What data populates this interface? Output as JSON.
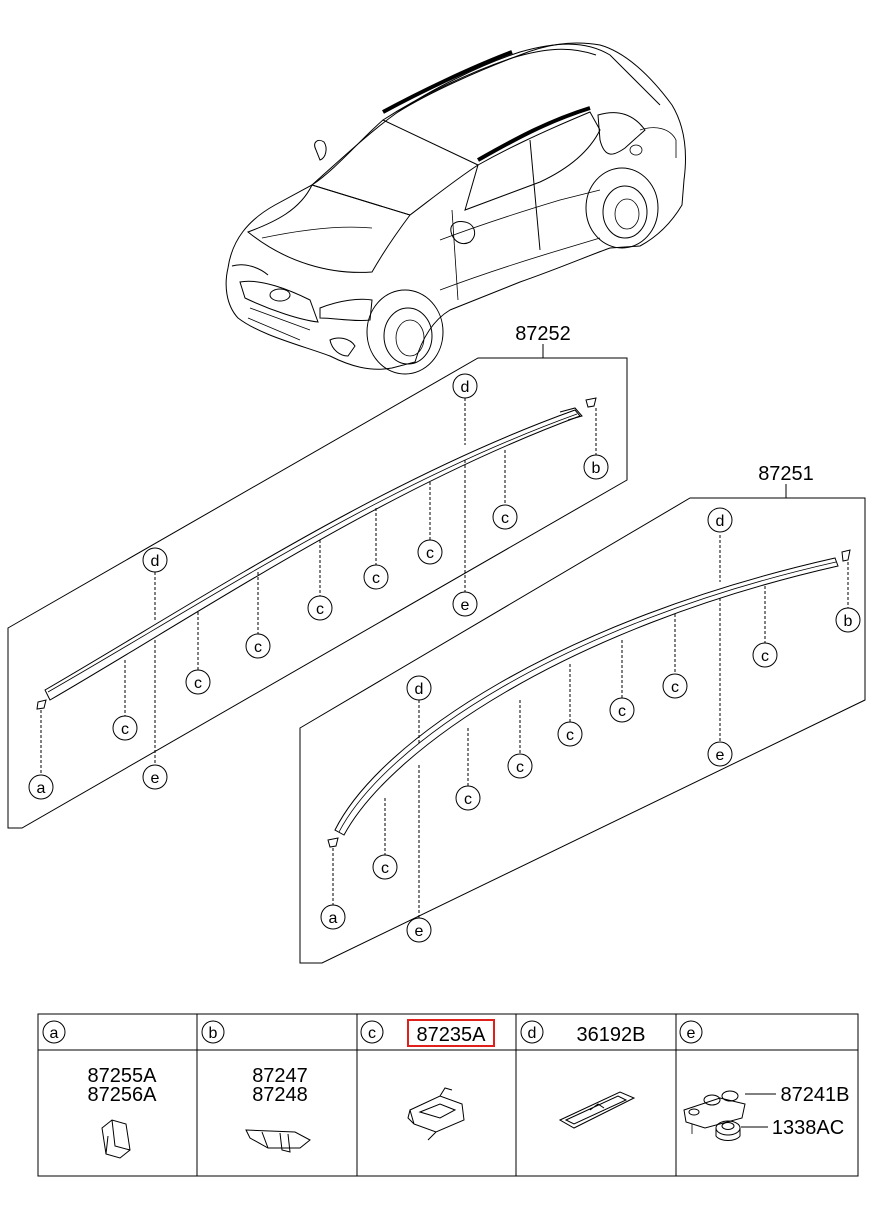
{
  "assemblies": {
    "upper": {
      "part_no": "87252"
    },
    "lower": {
      "part_no": "87251"
    }
  },
  "letters": {
    "a": "a",
    "b": "b",
    "c": "c",
    "d": "d",
    "e": "e"
  },
  "table": {
    "columns": [
      {
        "letter": "a",
        "header_part": "",
        "parts": [
          "87255A",
          "87256A"
        ]
      },
      {
        "letter": "b",
        "header_part": "",
        "parts": [
          "87247",
          "87248"
        ]
      },
      {
        "letter": "c",
        "header_part": "87235A",
        "highlighted": true,
        "parts": []
      },
      {
        "letter": "d",
        "header_part": "36192B",
        "parts": []
      },
      {
        "letter": "e",
        "header_part": "",
        "parts": [
          "87241B",
          "1338AC"
        ]
      }
    ]
  },
  "colors": {
    "line": "#000000",
    "highlight": "#e0201b",
    "background": "#ffffff"
  }
}
